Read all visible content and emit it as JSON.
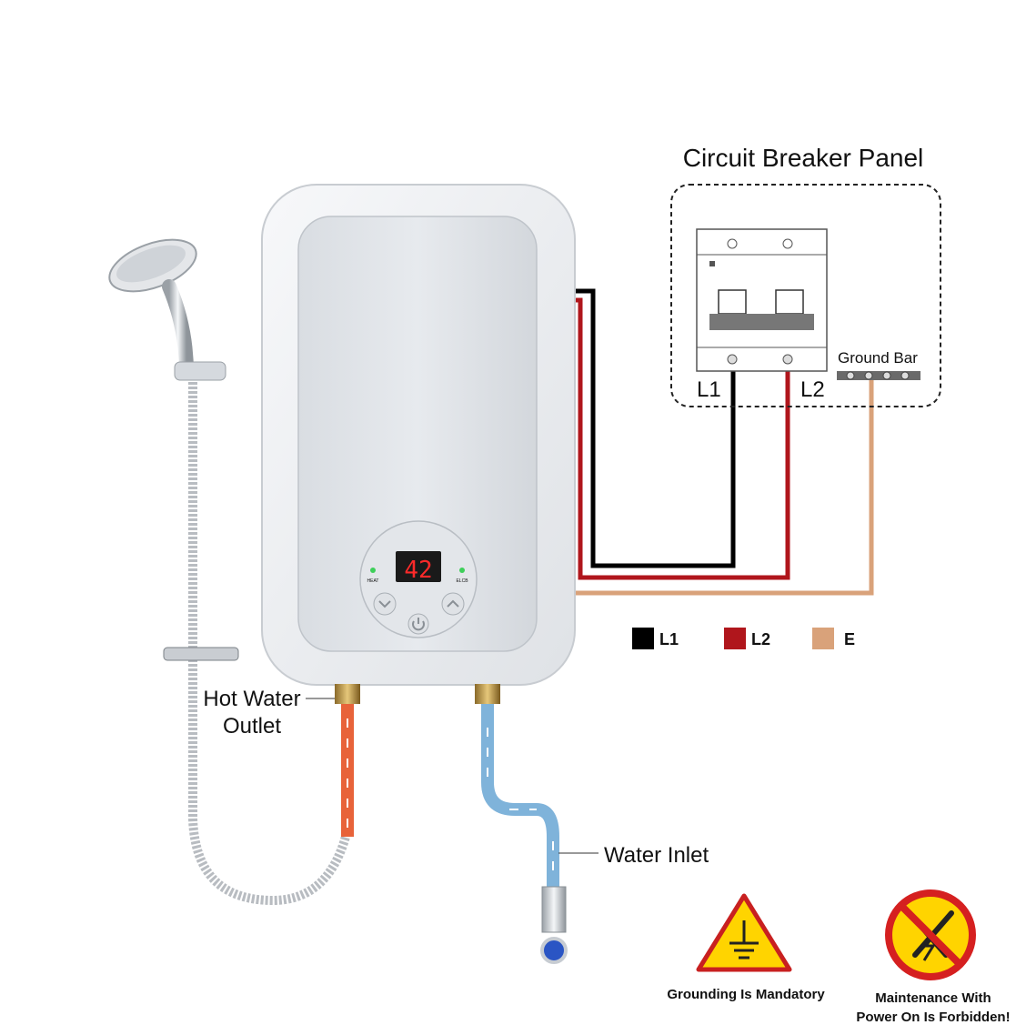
{
  "panel": {
    "title": "Circuit Breaker Panel",
    "ground_bar_label": "Ground Bar",
    "terminal_l1": "L1",
    "terminal_l2": "L2"
  },
  "heater": {
    "display_value": "42",
    "indicator_left": "HEAT",
    "indicator_right": "ELCB",
    "outlet_label_line1": "Hot Water",
    "outlet_label_line2": "Outlet",
    "inlet_label": "Water Inlet"
  },
  "legend": [
    {
      "label": "L1",
      "color": "#000000"
    },
    {
      "label": "L2",
      "color": "#b0161c"
    },
    {
      "label": "E",
      "color": "#d9a27a"
    }
  ],
  "warnings": {
    "grounding": "Grounding Is Mandatory",
    "maintenance_line1": "Maintenance With",
    "maintenance_line2": "Power On Is Forbidden!"
  },
  "colors": {
    "wire_l1": "#000000",
    "wire_l2": "#b0161c",
    "wire_ground": "#d9a27a",
    "hot_water": "#e8633a",
    "cold_water": "#7fb3da",
    "warning_yellow": "#ffd400",
    "forbidden_red": "#d52020",
    "display_red": "#ff2a2a"
  }
}
